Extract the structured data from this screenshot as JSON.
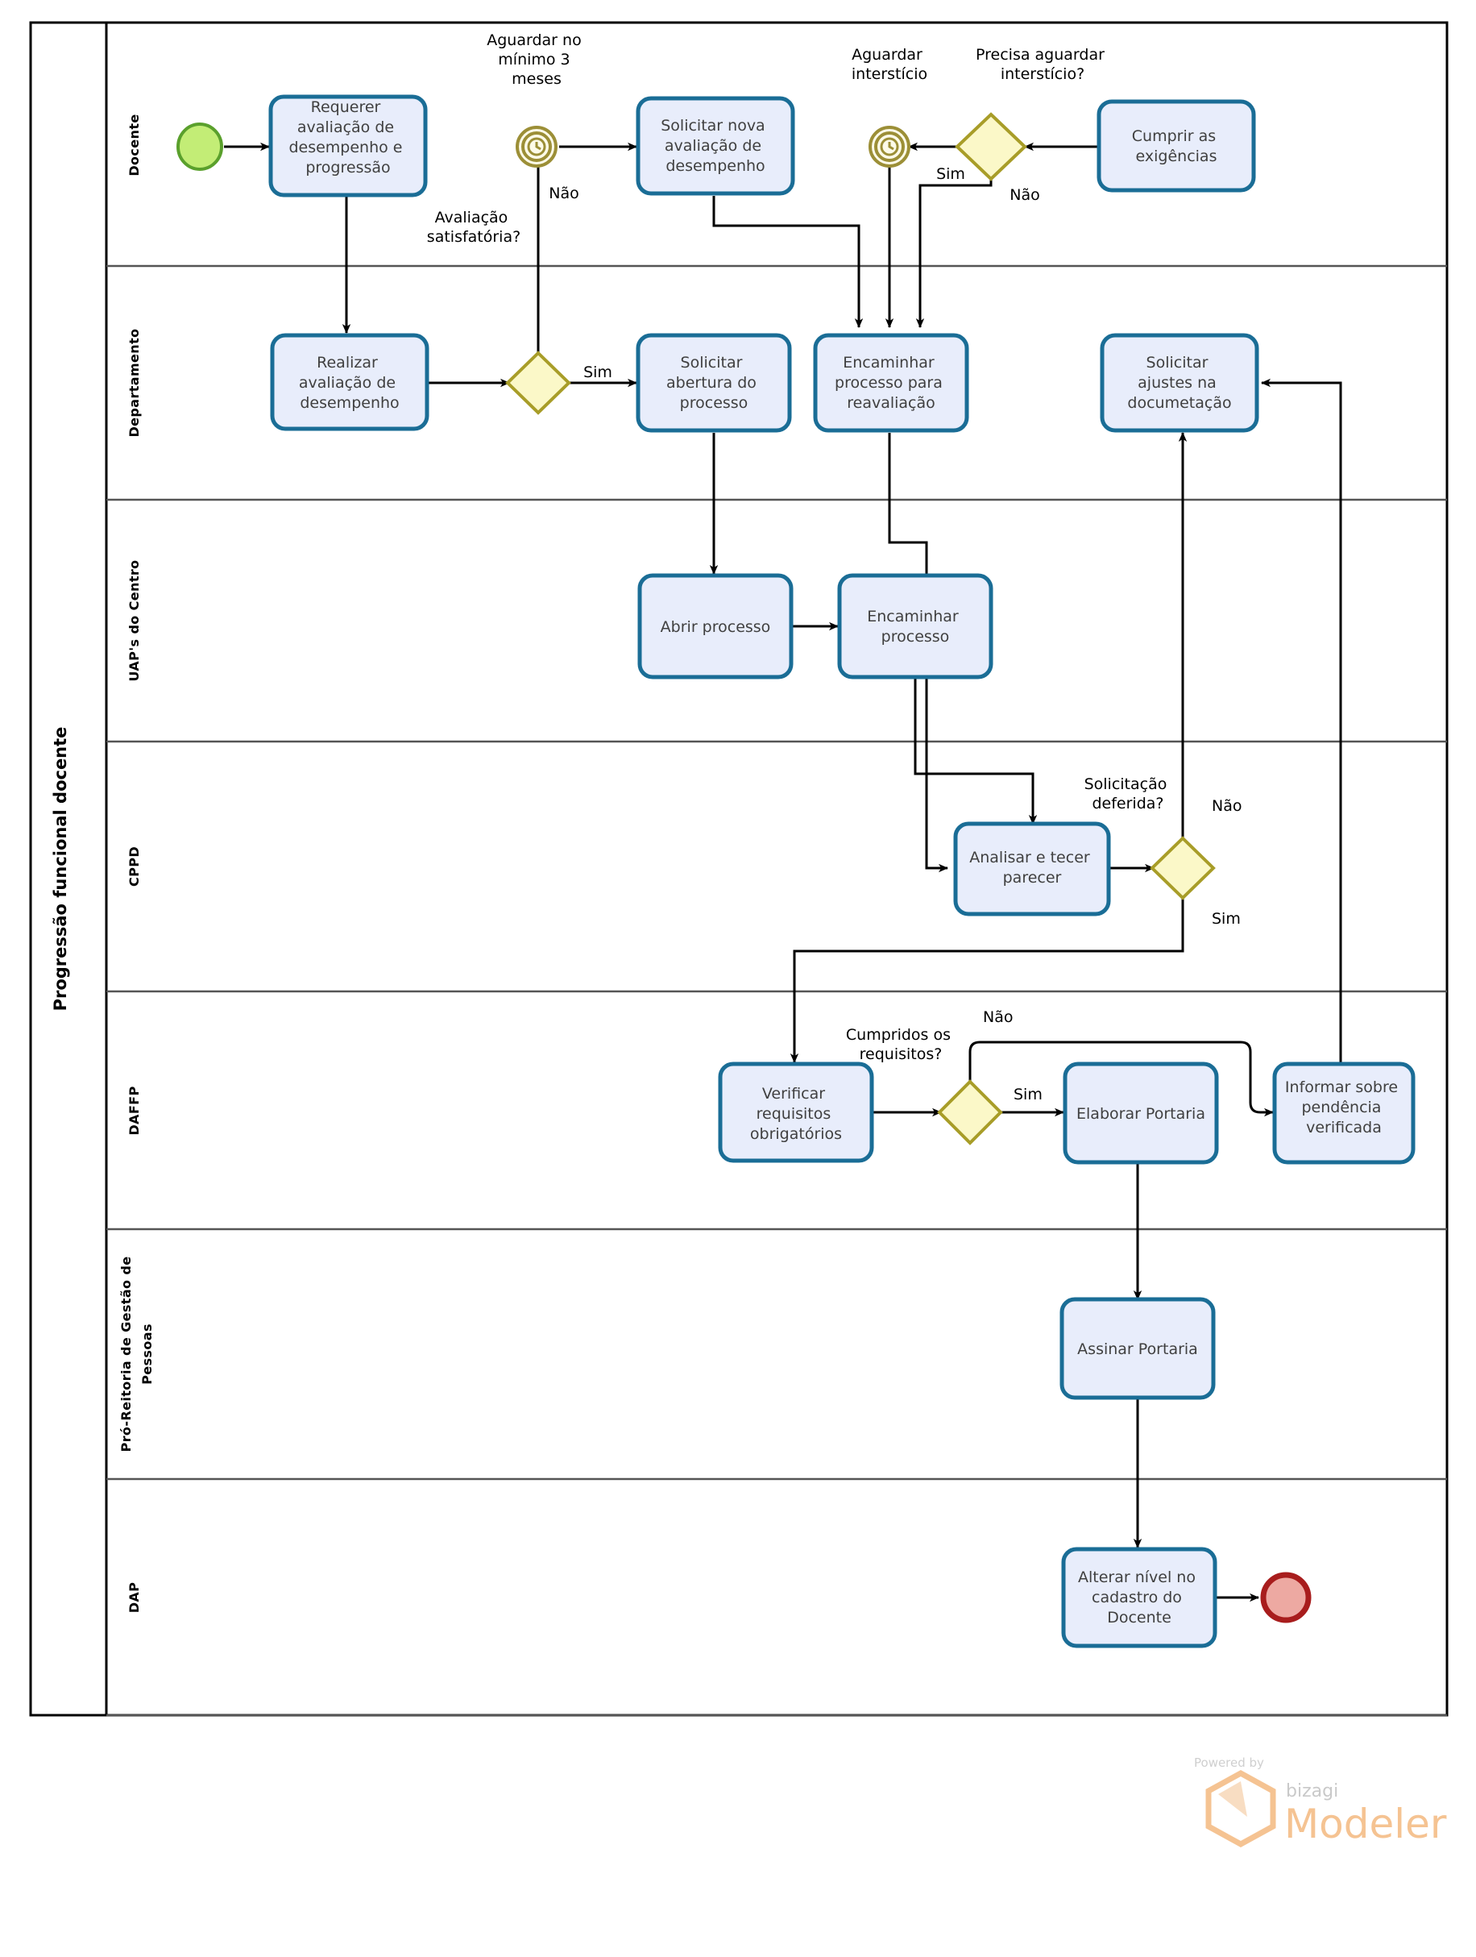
{
  "pool": {
    "title": "Progressão funcional docente"
  },
  "lanes": [
    {
      "id": "docente",
      "label": "Docente"
    },
    {
      "id": "departamento",
      "label": "Departamento"
    },
    {
      "id": "uaps",
      "label": "UAP's do Centro"
    },
    {
      "id": "cppd",
      "label": "CPPD"
    },
    {
      "id": "daffp",
      "label": "DAFFP"
    },
    {
      "id": "progep",
      "label": "Pró-Reitoria de Gestão de Pessoas"
    },
    {
      "id": "dap",
      "label": "DAP"
    }
  ],
  "events": [
    {
      "id": "start",
      "type": "start-event",
      "lane": "docente",
      "label": ""
    },
    {
      "id": "timer3m",
      "type": "timer-event",
      "lane": "docente",
      "label": "Aguardar no mínimo 3 meses"
    },
    {
      "id": "timerint",
      "type": "timer-event",
      "lane": "docente",
      "label": "Aguardar interstício"
    },
    {
      "id": "end",
      "type": "end-event",
      "lane": "dap",
      "label": ""
    }
  ],
  "tasks": [
    {
      "id": "t1",
      "lane": "docente",
      "label": "Requerer avaliação de desempenho e progressão"
    },
    {
      "id": "t2",
      "lane": "docente",
      "label": "Solicitar nova avaliação de desempenho"
    },
    {
      "id": "t3",
      "lane": "docente",
      "label": "Cumprir as exigências"
    },
    {
      "id": "t4",
      "lane": "departamento",
      "label": "Realizar avaliação de desempenho"
    },
    {
      "id": "t5",
      "lane": "departamento",
      "label": "Solicitar abertura do processo"
    },
    {
      "id": "t6",
      "lane": "departamento",
      "label": "Encaminhar processo para reavaliação"
    },
    {
      "id": "t7",
      "lane": "departamento",
      "label": "Solicitar ajustes na documetação"
    },
    {
      "id": "t8",
      "lane": "uaps",
      "label": "Abrir processo"
    },
    {
      "id": "t9",
      "lane": "uaps",
      "label": "Encaminhar processo"
    },
    {
      "id": "t10",
      "lane": "cppd",
      "label": "Analisar e tecer parecer"
    },
    {
      "id": "t11",
      "lane": "daffp",
      "label": "Verificar requisitos obrigatórios"
    },
    {
      "id": "t12",
      "lane": "daffp",
      "label": "Elaborar Portaria"
    },
    {
      "id": "t13",
      "lane": "daffp",
      "label": "Informar sobre pendência verificada"
    },
    {
      "id": "t14",
      "lane": "progep",
      "label": "Assinar Portaria"
    },
    {
      "id": "t15",
      "lane": "dap",
      "label": "Alterar nível no cadastro do Docente"
    }
  ],
  "gateways": [
    {
      "id": "g1",
      "lane": "docente",
      "label": "Precisa aguardar interstício?"
    },
    {
      "id": "g2",
      "lane": "departamento",
      "label": "Avaliação satisfatória?"
    },
    {
      "id": "g3",
      "lane": "cppd",
      "label": "Solicitação deferida?"
    },
    {
      "id": "g4",
      "lane": "daffp",
      "label": "Cumpridos os requisitos?"
    }
  ],
  "flow_labels": {
    "g1_sim": "Sim",
    "g1_nao": "Não",
    "g2_sim": "Sim",
    "g2_nao": "Não",
    "g3_sim": "Sim",
    "g3_nao": "Não",
    "g4_sim": "Sim",
    "g4_nao": "Não"
  },
  "colors": {
    "task_fill": "#e8edfb",
    "task_stroke": "#1a6d96",
    "gateway_fill": "#fbf8c8",
    "gateway_stroke": "#a89d28",
    "start_fill": "#c3ed76",
    "start_stroke": "#5aa02c",
    "end_fill": "#eda9a2",
    "end_stroke": "#a81d1d",
    "timer_stroke": "#9c8f37",
    "logo_accent": "#f5c392"
  },
  "footer": {
    "powered_by": "Powered by",
    "brand": "bizagi",
    "product": "Modeler"
  }
}
